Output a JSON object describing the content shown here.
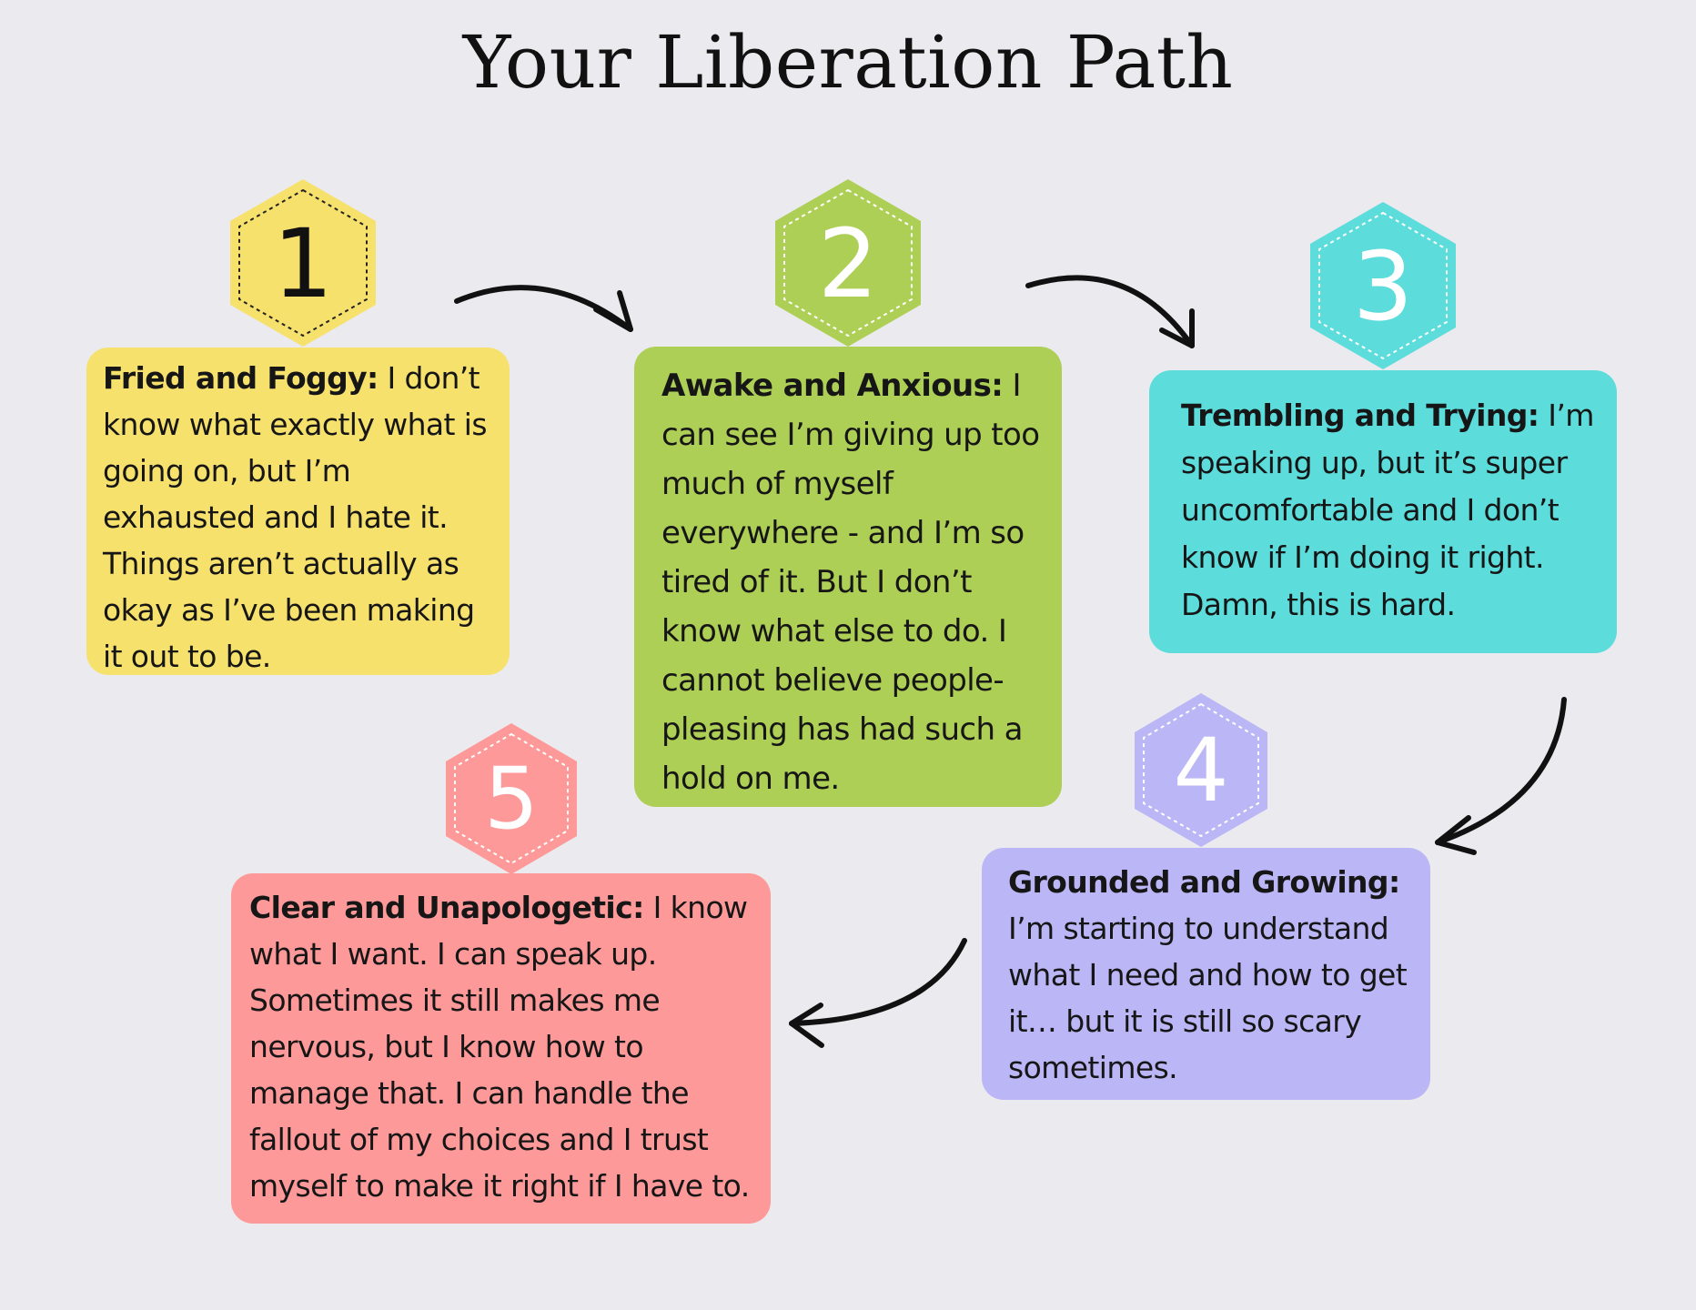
{
  "title": "Your Liberation Path",
  "colors": {
    "background": "#ebeaee",
    "stage1": "#f7e16d",
    "stage2": "#aecf56",
    "stage3": "#5ddcdc",
    "stage4": "#bbb6f5",
    "stage5": "#fd9999",
    "arrow": "#111111"
  },
  "stages": [
    {
      "number": "1",
      "heading": "Fried and Foggy:",
      "text": " I don’t know what exactly what is going on, but I’m exhausted and I hate it.  Things aren’t actually as okay as I’ve been making it out to be."
    },
    {
      "number": "2",
      "heading": "Awake and Anxious:",
      "text": " I can see I’m giving up too much of myself everywhere - and I’m so tired of it.  But I don’t know what else to do.  I cannot believe people-pleasing has had such a hold on me."
    },
    {
      "number": "3",
      "heading": "Trembling and Trying:",
      "text": "  I’m speaking up, but it’s super uncomfortable and I don’t know if I’m doing it right.  Damn, this is hard."
    },
    {
      "number": "4",
      "heading": "Grounded and Growing:",
      "text": " I’m  starting to understand what I need and how to get it… but it is still so scary sometimes."
    },
    {
      "number": "5",
      "heading": "Clear and Unapologetic:",
      "text": "  I know what I want.  I can speak up.  Sometimes it still makes me nervous, but I know how to manage that.  I can handle the fallout of my choices and I trust myself to make it right if I have to."
    }
  ]
}
